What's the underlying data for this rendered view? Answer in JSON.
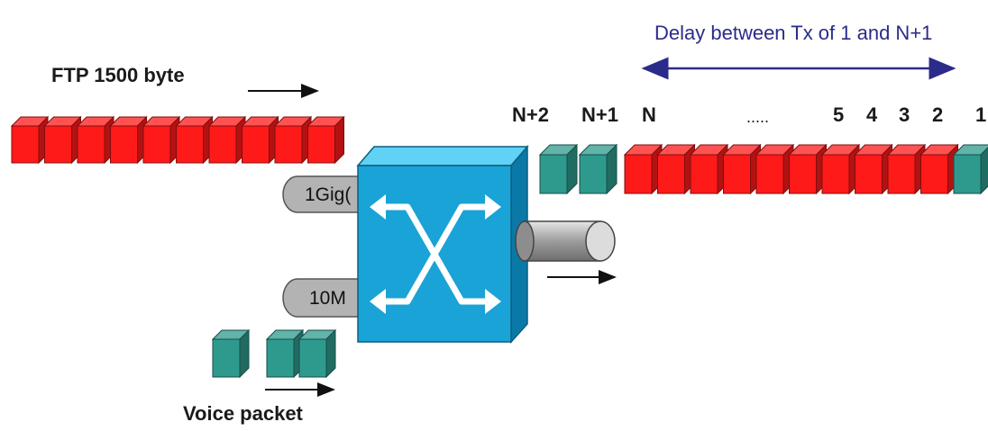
{
  "labels": {
    "ftp": "FTP 1500 byte",
    "delay": "Delay between Tx of 1 and N+1",
    "voice": "Voice packet",
    "port_gig": "1Gig(",
    "port_10m": "10M"
  },
  "queue_labels": [
    {
      "id": "n2",
      "text": "N+2"
    },
    {
      "id": "n1",
      "text": "N+1"
    },
    {
      "id": "n",
      "text": "N"
    },
    {
      "id": "dots",
      "text": "....."
    },
    {
      "id": "p5",
      "text": "5"
    },
    {
      "id": "p4",
      "text": "4"
    },
    {
      "id": "p3",
      "text": "3"
    },
    {
      "id": "p2",
      "text": "2"
    },
    {
      "id": "p1",
      "text": "1"
    }
  ],
  "colors": {
    "data_packet": "#ff1a1a",
    "voice_packet": "#2e9a8e",
    "switch": "#1aa3d6",
    "delay_arrow": "#2b2b8a"
  },
  "icons": {
    "switch": "switch-icon",
    "trunk": "trunk-pipe-icon"
  }
}
